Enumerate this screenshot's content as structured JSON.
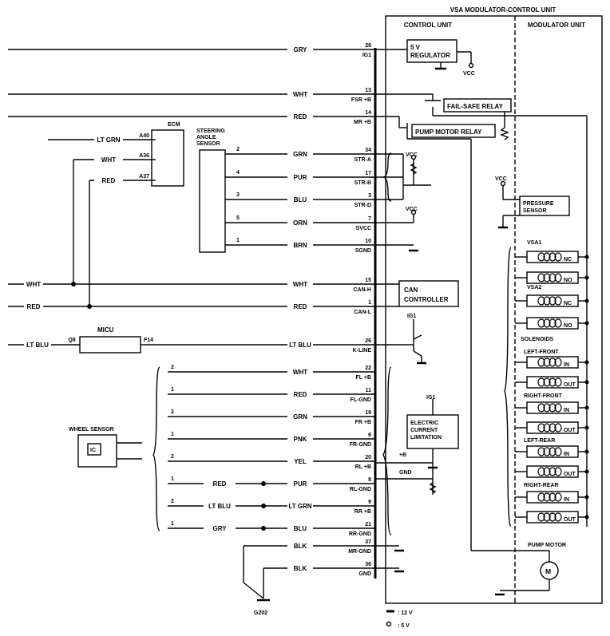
{
  "unit": {
    "title": "VSA MODULATOR-CONTROL UNIT",
    "control_unit": "CONTROL UNIT",
    "modulator_unit": "MODULATOR UNIT"
  },
  "components": {
    "regulator_l1": "5 V",
    "regulator_l2": "REGULATOR",
    "vcc": "VCC",
    "ig1": "IG1",
    "failsafe_relay": "FAIL-SAFE RELAY",
    "pump_motor_relay": "PUMP MOTOR RELAY",
    "can_controller_l1": "CAN",
    "can_controller_l2": "CONTROLLER",
    "ecl_l1": "ELECTRIC",
    "ecl_l2": "CURRENT",
    "ecl_l3": "LIMITATION",
    "plus_b": "+B",
    "gnd": "GND",
    "pressure_sensor_l1": "PRESSURE",
    "pressure_sensor_l2": "SENSOR",
    "vsa1": "VSA1",
    "vsa2": "VSA2",
    "nc": "NC",
    "no": "NO",
    "in": "IN",
    "out": "OUT",
    "solenoids": "SOLENOIDS",
    "left_front": "LEFT-FRONT",
    "right_front": "RIGHT-FRONT",
    "left_rear": "LEFT-REAR",
    "right_rear": "RIGHT-REAR",
    "pump_motor": "PUMP MOTOR",
    "motor_symbol": "M",
    "ecm": "ECM",
    "steering_l1": "STEERING",
    "steering_l2": "ANGLE",
    "steering_l3": "SENSOR",
    "micu": "MICU",
    "wheel_sensor": "WHEEL SENSOR",
    "ic": "IC",
    "g202": "G202"
  },
  "ecm_pins": [
    {
      "pin": "A40",
      "color": "LT GRN"
    },
    {
      "pin": "A36",
      "color": "WHT"
    },
    {
      "pin": "A37",
      "color": "RED"
    }
  ],
  "connector_pins": [
    {
      "num": "28",
      "signal": "IG1",
      "wire": "GRY"
    },
    {
      "num": "13",
      "signal": "FSR +B",
      "wire": "WHT"
    },
    {
      "num": "14",
      "signal": "MR +B",
      "wire": "RED"
    },
    {
      "num": "34",
      "signal": "STR-A",
      "wire": "GRN",
      "sensor_pin": "2"
    },
    {
      "num": "17",
      "signal": "STR-B",
      "wire": "PUR",
      "sensor_pin": "4"
    },
    {
      "num": "3",
      "signal": "STR-D",
      "wire": "BLU",
      "sensor_pin": "3"
    },
    {
      "num": "7",
      "signal": "SVCC",
      "wire": "ORN",
      "sensor_pin": "5"
    },
    {
      "num": "10",
      "signal": "SGND",
      "wire": "BRN",
      "sensor_pin": "1"
    },
    {
      "num": "15",
      "signal": "CAN-H",
      "wire": "WHT",
      "left_wire": "WHT"
    },
    {
      "num": "1",
      "signal": "CAN-L",
      "wire": "RED",
      "left_wire": "RED"
    },
    {
      "num": "26",
      "signal": "K-LINE",
      "wire": "LT BLU"
    },
    {
      "num": "22",
      "signal": "FL +B",
      "wire": "WHT",
      "ws_pin": "2"
    },
    {
      "num": "11",
      "signal": "FL-GND",
      "wire": "RED",
      "ws_pin": "1"
    },
    {
      "num": "19",
      "signal": "FR +B",
      "wire": "GRN",
      "ws_pin": "2"
    },
    {
      "num": "6",
      "signal": "FR-GND",
      "wire": "PNK",
      "ws_pin": "1"
    },
    {
      "num": "20",
      "signal": "RL +B",
      "wire": "YEL",
      "ws_pin": "2"
    },
    {
      "num": "8",
      "signal": "RL-GND",
      "wire": "PUR",
      "ws_pin": "1",
      "splice": "RED"
    },
    {
      "num": "9",
      "signal": "RR +B",
      "wire": "LT GRN",
      "ws_pin": "2",
      "splice": "LT BLU"
    },
    {
      "num": "21",
      "signal": "RR-GND",
      "wire": "BLU",
      "ws_pin": "1",
      "splice": "GRY"
    },
    {
      "num": "37",
      "signal": "MR-GND",
      "wire": "BLK"
    },
    {
      "num": "36",
      "signal": "GND",
      "wire": "BLK"
    }
  ],
  "micu_pins": {
    "left_wire": "LT BLU",
    "pin_in": "Q8",
    "pin_out": "F14"
  },
  "legend": [
    {
      "symbol": "filled-terminal",
      "label": ": 12 V"
    },
    {
      "symbol": "open-terminal",
      "label": ": 5 V"
    }
  ]
}
